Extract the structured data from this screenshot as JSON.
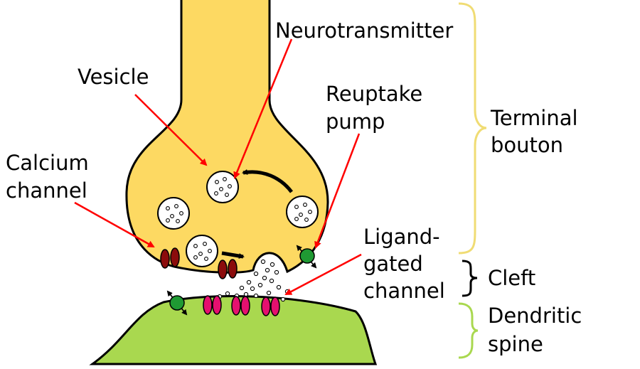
{
  "labels": {
    "neurotransmitter": "Neurotransmitter",
    "vesicle": "Vesicle",
    "reuptake_line1": "Reuptake",
    "reuptake_line2": "pump",
    "calcium_line1": "Calcium",
    "calcium_line2": "channel",
    "ligand_line1": "Ligand-",
    "ligand_line2": "gated",
    "ligand_line3": "channel",
    "terminal_line1": "Terminal",
    "terminal_line2": "bouton",
    "cleft": "Cleft",
    "dendritic_line1": "Dendritic",
    "dendritic_line2": "spine"
  },
  "colors": {
    "bouton_fill": "#fdd962",
    "spine_fill": "#a9d84f",
    "calcium_channel": "#8b0c0c",
    "ligand_channel": "#e5106f",
    "pump_green": "#1f9a33",
    "pointer_red": "#ff0000",
    "brace_terminal": "#f0dc74",
    "brace_cleft": "#000000",
    "brace_spine": "#a9d84f"
  }
}
